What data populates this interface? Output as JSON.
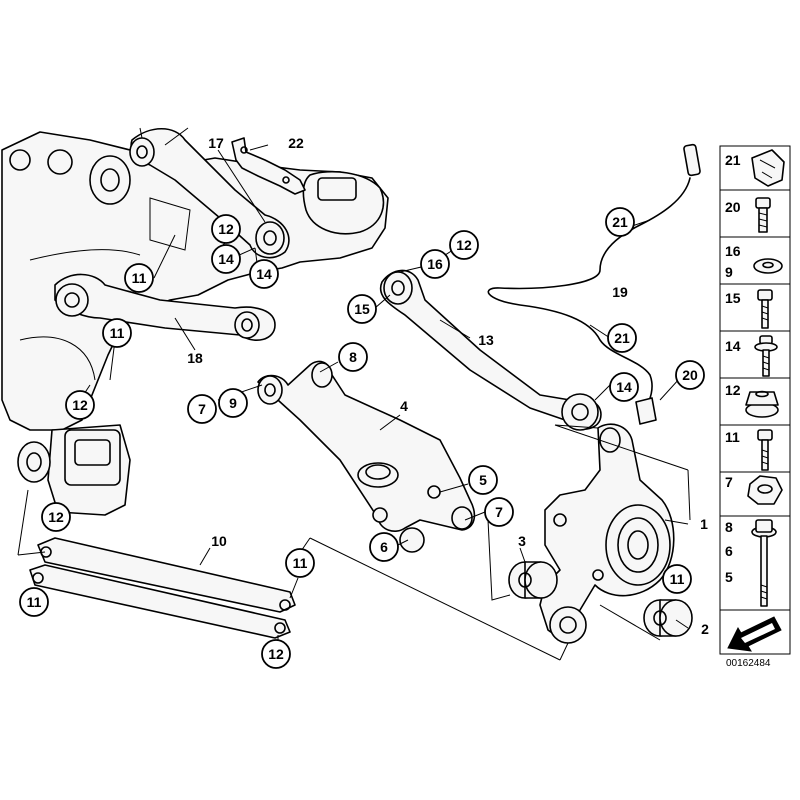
{
  "callouts": [
    {
      "id": "c17",
      "label": "17",
      "circled": false
    },
    {
      "id": "c22",
      "label": "22",
      "circled": false
    },
    {
      "id": "c12a",
      "label": "12",
      "circled": true
    },
    {
      "id": "c14a",
      "label": "14",
      "circled": true
    },
    {
      "id": "c11a",
      "label": "11",
      "circled": true
    },
    {
      "id": "c14b",
      "label": "14",
      "circled": true
    },
    {
      "id": "c11b",
      "label": "11",
      "circled": true
    },
    {
      "id": "c18",
      "label": "18",
      "circled": false
    },
    {
      "id": "c12b",
      "label": "12",
      "circled": true
    },
    {
      "id": "c12c",
      "label": "12",
      "circled": true
    },
    {
      "id": "c16",
      "label": "16",
      "circled": true
    },
    {
      "id": "c12d",
      "label": "12",
      "circled": true
    },
    {
      "id": "c15",
      "label": "15",
      "circled": true
    },
    {
      "id": "c13",
      "label": "13",
      "circled": false
    },
    {
      "id": "c21a",
      "label": "21",
      "circled": true
    },
    {
      "id": "c19",
      "label": "19",
      "circled": false
    },
    {
      "id": "c21b",
      "label": "21",
      "circled": true
    },
    {
      "id": "c8",
      "label": "8",
      "circled": true
    },
    {
      "id": "c7a",
      "label": "7",
      "circled": true
    },
    {
      "id": "c9",
      "label": "9",
      "circled": true
    },
    {
      "id": "c4",
      "label": "4",
      "circled": false
    },
    {
      "id": "c14c",
      "label": "14",
      "circled": true
    },
    {
      "id": "c20",
      "label": "20",
      "circled": true
    },
    {
      "id": "c5",
      "label": "5",
      "circled": true
    },
    {
      "id": "c7b",
      "label": "7",
      "circled": true
    },
    {
      "id": "c6",
      "label": "6",
      "circled": true
    },
    {
      "id": "c1",
      "label": "1",
      "circled": false
    },
    {
      "id": "c3",
      "label": "3",
      "circled": false
    },
    {
      "id": "c10",
      "label": "10",
      "circled": false
    },
    {
      "id": "c11c",
      "label": "11",
      "circled": true
    },
    {
      "id": "c11d",
      "label": "11",
      "circled": true
    },
    {
      "id": "c11e",
      "label": "11",
      "circled": true
    },
    {
      "id": "c12e",
      "label": "12",
      "circled": true
    },
    {
      "id": "c2",
      "label": "2",
      "circled": false
    }
  ],
  "legend": [
    {
      "labels": [
        "21"
      ],
      "icon": "bracket-clip-icon"
    },
    {
      "labels": [
        "20"
      ],
      "icon": "short-screw-icon"
    },
    {
      "labels": [
        "16",
        "9"
      ],
      "icon": "washer-icon"
    },
    {
      "labels": [
        "15"
      ],
      "icon": "hex-bolt-icon"
    },
    {
      "labels": [
        "14"
      ],
      "icon": "flange-bolt-icon"
    },
    {
      "labels": [
        "12"
      ],
      "icon": "flange-nut-icon"
    },
    {
      "labels": [
        "11"
      ],
      "icon": "long-bolt-icon"
    },
    {
      "labels": [
        "7"
      ],
      "icon": "hex-nut-icon"
    },
    {
      "labels": [
        "8",
        "6",
        "5"
      ],
      "icon": "extra-long-bolt-icon"
    },
    {
      "labels": [],
      "icon": "direction-arrow-icon"
    }
  ],
  "doc_id": "00162484"
}
